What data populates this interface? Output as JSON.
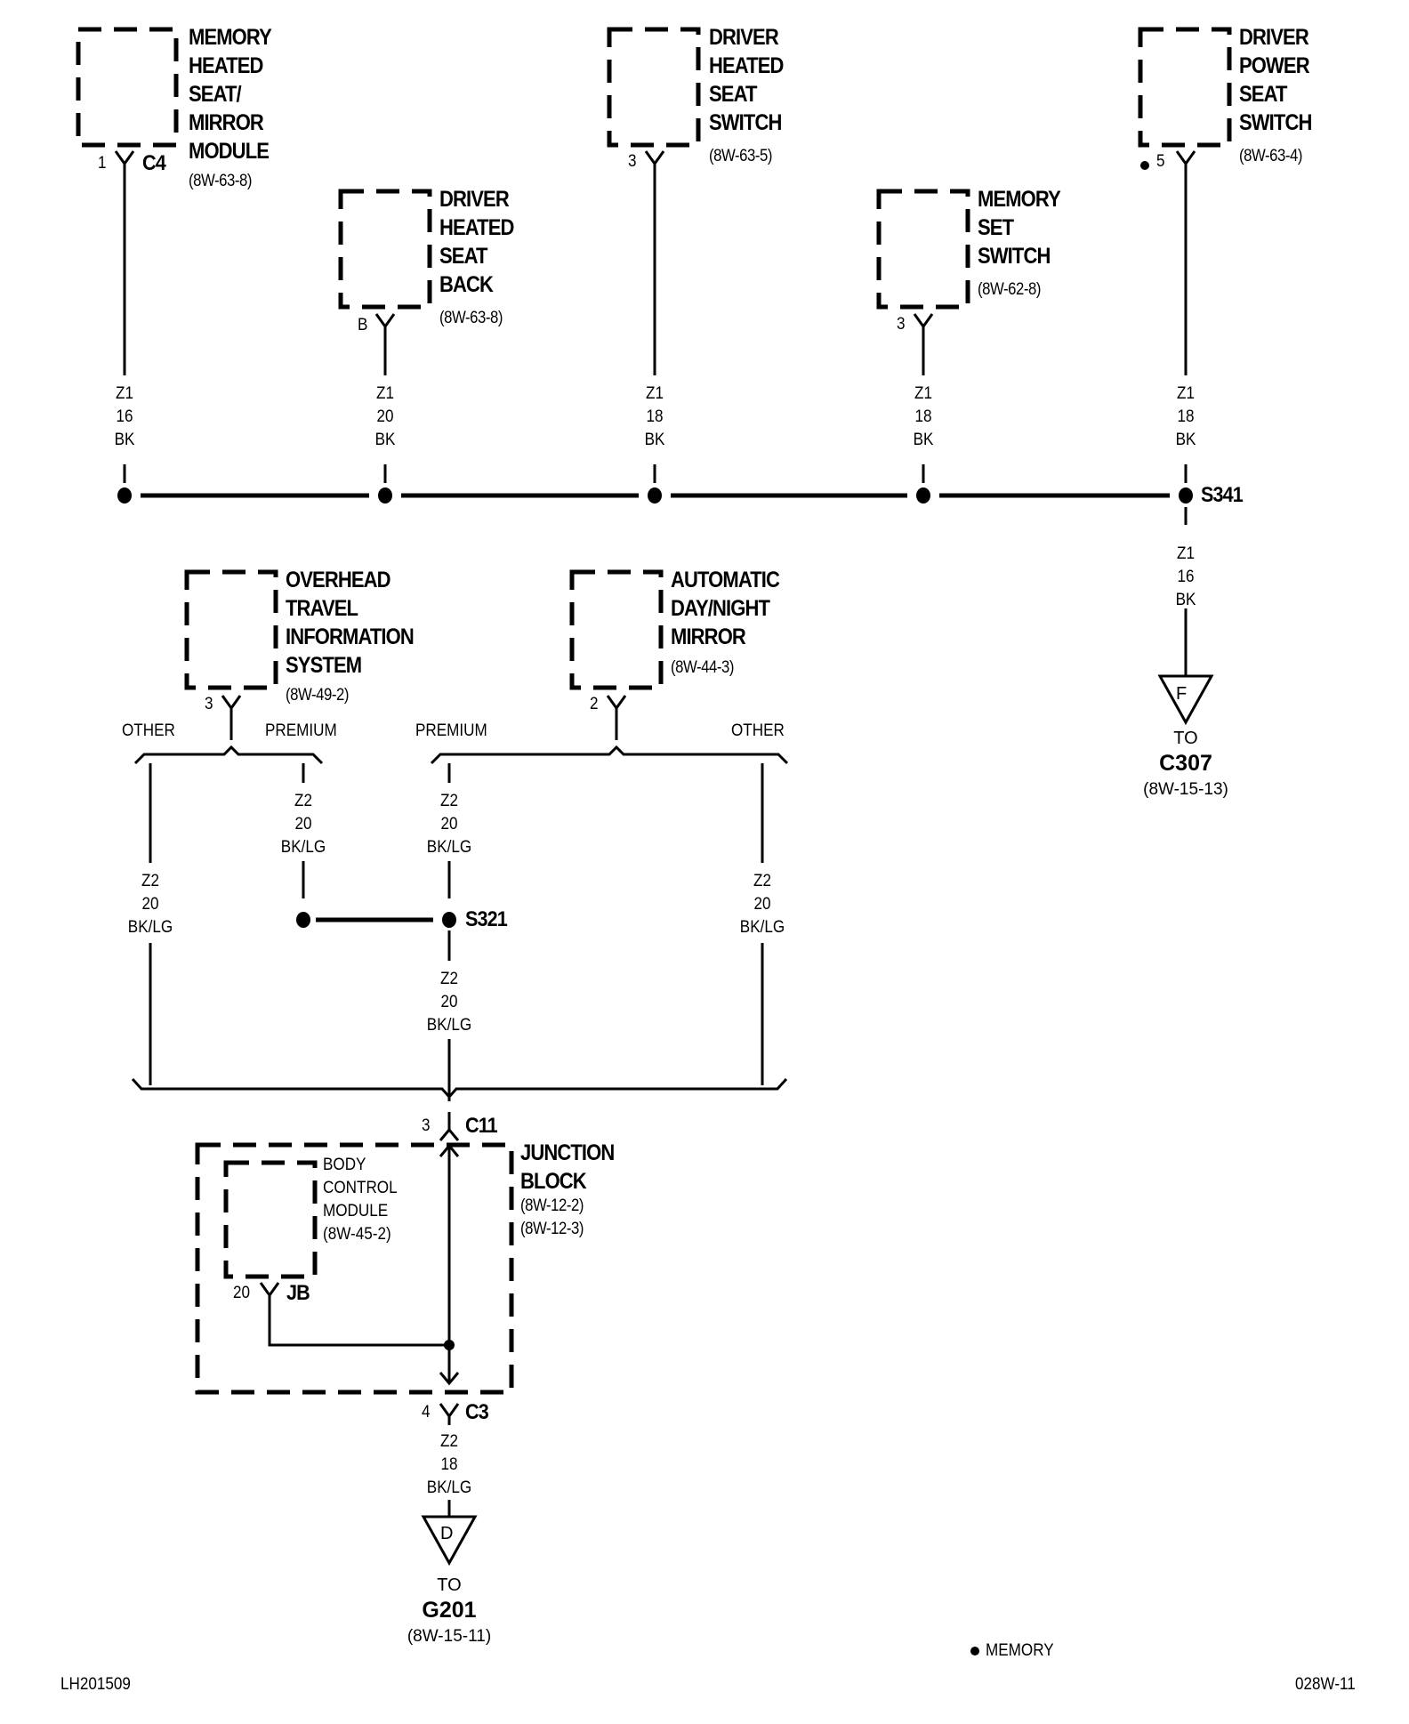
{
  "components": {
    "memory_heated_seat_mirror_module": {
      "lines": [
        "MEMORY",
        "HEATED",
        "SEAT/",
        "MIRROR",
        "MODULE"
      ],
      "ref": "(8W-63-8)",
      "pin": "1",
      "connector": "C4"
    },
    "driver_heated_seat_back": {
      "lines": [
        "DRIVER",
        "HEATED",
        "SEAT",
        "BACK"
      ],
      "ref": "(8W-63-8)",
      "pin": "B"
    },
    "driver_heated_seat_switch": {
      "lines": [
        "DRIVER",
        "HEATED",
        "SEAT",
        "SWITCH"
      ],
      "ref": "(8W-63-5)",
      "pin": "3"
    },
    "memory_set_switch": {
      "lines": [
        "MEMORY",
        "SET",
        "SWITCH"
      ],
      "ref": "(8W-62-8)",
      "pin": "3"
    },
    "driver_power_seat_switch": {
      "lines": [
        "DRIVER",
        "POWER",
        "SEAT",
        "SWITCH"
      ],
      "ref": "(8W-63-4)",
      "pin": "5",
      "pin_marker": "memory-dot"
    },
    "overhead_travel_information_system": {
      "lines": [
        "OVERHEAD",
        "TRAVEL",
        "INFORMATION",
        "SYSTEM"
      ],
      "ref": "(8W-49-2)",
      "pin": "3"
    },
    "automatic_day_night_mirror": {
      "lines": [
        "AUTOMATIC",
        "DAY/NIGHT",
        "MIRROR"
      ],
      "ref": "(8W-44-3)",
      "pin": "2"
    },
    "junction_block": {
      "lines": [
        "JUNCTION",
        "BLOCK"
      ],
      "refs": [
        "(8W-12-2)",
        "(8W-12-3)"
      ],
      "top_pin": "3",
      "top_connector": "C11",
      "bottom_pin": "4",
      "bottom_connector": "C3"
    },
    "body_control_module": {
      "lines": [
        "BODY",
        "CONTROL",
        "MODULE"
      ],
      "ref": "(8W-45-2)",
      "pin": "20",
      "connector": "JB"
    }
  },
  "wires": {
    "w1": {
      "circuit": "Z1",
      "gauge": "16",
      "color": "BK"
    },
    "w2": {
      "circuit": "Z1",
      "gauge": "20",
      "color": "BK"
    },
    "w3": {
      "circuit": "Z1",
      "gauge": "18",
      "color": "BK"
    },
    "w4": {
      "circuit": "Z1",
      "gauge": "18",
      "color": "BK"
    },
    "w5": {
      "circuit": "Z1",
      "gauge": "18",
      "color": "BK"
    },
    "w6": {
      "circuit": "Z1",
      "gauge": "16",
      "color": "BK"
    },
    "w7": {
      "circuit": "Z2",
      "gauge": "20",
      "color": "BK/LG"
    },
    "w8": {
      "circuit": "Z2",
      "gauge": "20",
      "color": "BK/LG"
    },
    "w9": {
      "circuit": "Z2",
      "gauge": "20",
      "color": "BK/LG"
    },
    "w10": {
      "circuit": "Z2",
      "gauge": "20",
      "color": "BK/LG"
    },
    "w11": {
      "circuit": "Z2",
      "gauge": "20",
      "color": "BK/LG"
    },
    "w12": {
      "circuit": "Z2",
      "gauge": "18",
      "color": "BK/LG"
    }
  },
  "splices": {
    "s341": "S341",
    "s321": "S321"
  },
  "options": {
    "other": "OTHER",
    "premium": "PREMIUM"
  },
  "grounds": {
    "f": {
      "letter": "F",
      "to": "TO",
      "target": "C307",
      "ref": "(8W-15-13)"
    },
    "d": {
      "letter": "D",
      "to": "TO",
      "target": "G201",
      "ref": "(8W-15-11)"
    }
  },
  "legend": {
    "memory": "MEMORY"
  },
  "footer": {
    "left_code": "LH201509",
    "right_code": "028W-11"
  }
}
